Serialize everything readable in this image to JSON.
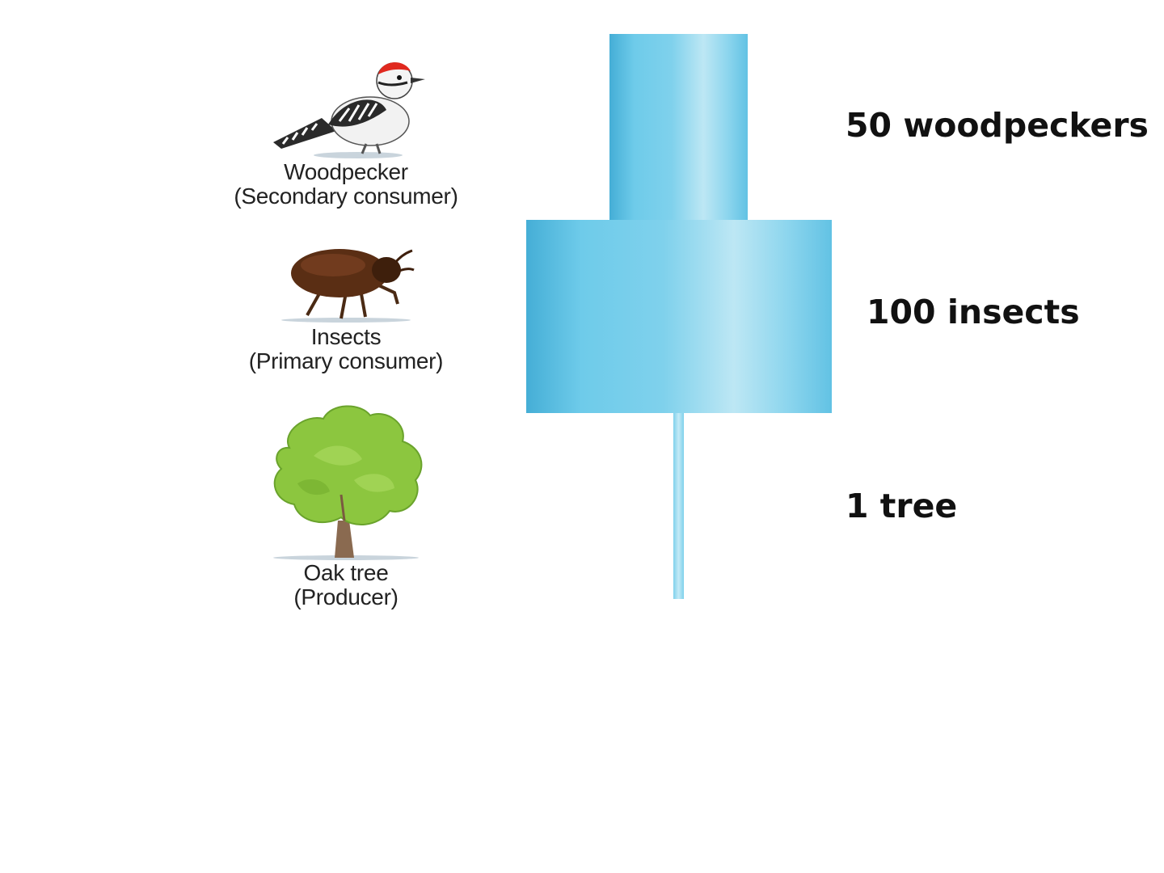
{
  "levels": [
    {
      "organism": "Woodpecker",
      "role": "(Secondary consumer)",
      "count_label": "50 woodpeckers",
      "count": 50,
      "icon": "woodpecker-icon"
    },
    {
      "organism": "Insects",
      "role": "(Primary consumer)",
      "count_label": "100 insects",
      "count": 100,
      "icon": "beetle-icon"
    },
    {
      "organism": "Oak tree",
      "role": "(Producer)",
      "count_label": "1 tree",
      "count": 1,
      "icon": "oak-tree-icon"
    }
  ],
  "colors": {
    "bar_dark": "#4fb6dc",
    "bar_mid": "#6fcbea",
    "bar_light": "#b9e6f4"
  }
}
